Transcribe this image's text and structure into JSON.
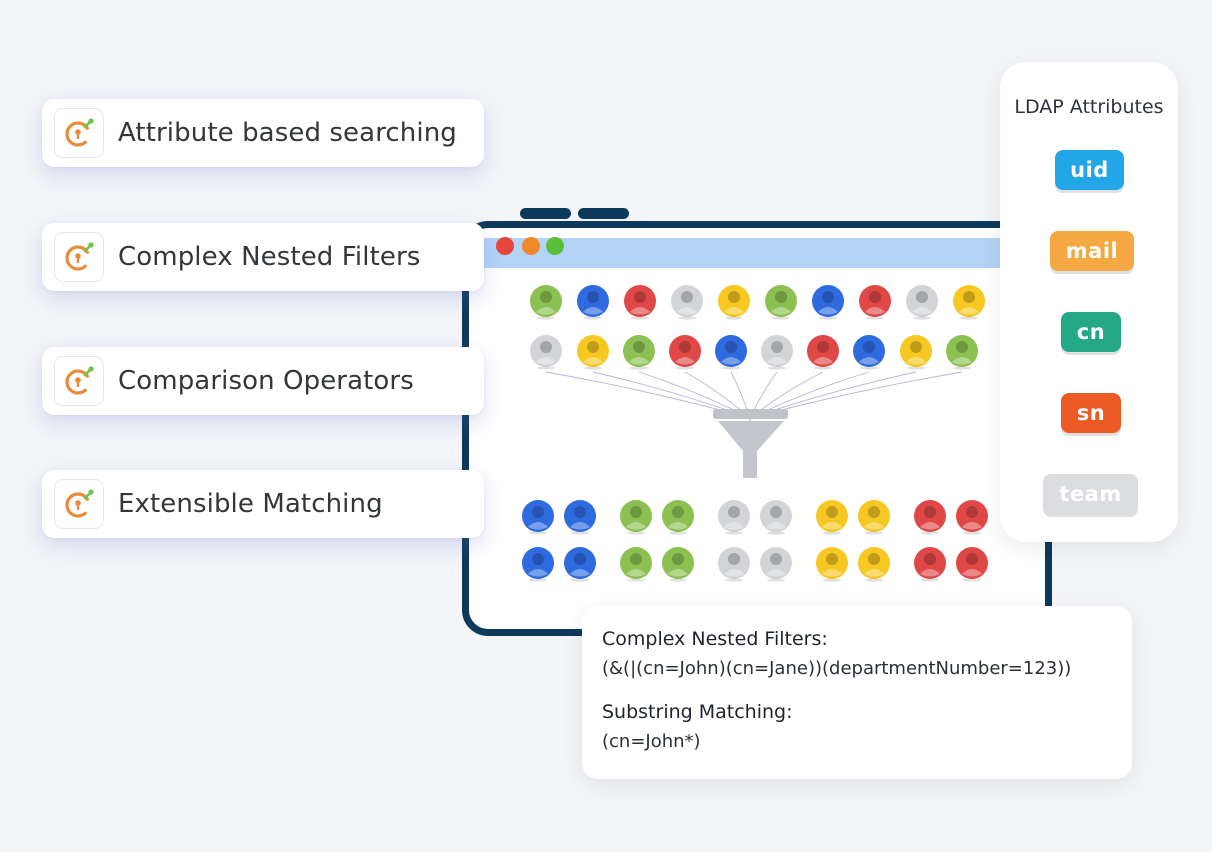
{
  "features": [
    {
      "label": "Attribute based searching",
      "icon": "keyhole-icon"
    },
    {
      "label": "Complex Nested Filters",
      "icon": "keyhole-icon"
    },
    {
      "label": "Comparison Operators",
      "icon": "keyhole-icon"
    },
    {
      "label": "Extensible Matching",
      "icon": "keyhole-icon"
    }
  ],
  "ldap_panel": {
    "title": "LDAP Attributes",
    "attributes": [
      {
        "label": "uid",
        "color": "#22a6e8"
      },
      {
        "label": "mail",
        "color": "#f5a742"
      },
      {
        "label": "cn",
        "color": "#25a888"
      },
      {
        "label": "sn",
        "color": "#ec5a26"
      },
      {
        "label": "team",
        "color": "#dcdde0"
      }
    ]
  },
  "filter_box": {
    "nested_heading": "Complex Nested Filters:",
    "nested_code": "(&(|(cn=John)(cn=Jane))(departmentNumber=123))",
    "substring_heading": "Substring Matching:",
    "substring_code": "(cn=John*)"
  },
  "colors": {
    "green": "#8cc152",
    "blue": "#2f6be0",
    "red": "#e04848",
    "gray": "#d2d4d8",
    "yellow": "#f6c821",
    "window_border": "#0d3a5a",
    "title_bar": "#b3d4f7",
    "icon_orange": "#e88b3a",
    "icon_green": "#6fc24a"
  },
  "window_dots": [
    "#e5473c",
    "#f08a2a",
    "#5cbf3a"
  ],
  "users_unsorted": [
    [
      "green",
      "blue",
      "red",
      "gray",
      "yellow",
      "green",
      "blue",
      "red",
      "gray",
      "yellow"
    ],
    [
      "gray",
      "yellow",
      "green",
      "red",
      "blue",
      "gray",
      "red",
      "blue",
      "yellow",
      "green"
    ]
  ],
  "users_sorted": [
    [
      "blue",
      "blue",
      "green",
      "green",
      "gray",
      "gray",
      "yellow",
      "yellow",
      "red",
      "red"
    ],
    [
      "blue",
      "blue",
      "green",
      "green",
      "gray",
      "gray",
      "yellow",
      "yellow",
      "red",
      "red"
    ]
  ]
}
